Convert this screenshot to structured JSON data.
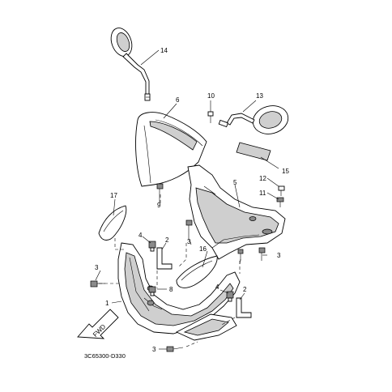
{
  "callouts": {
    "c1": "1",
    "c2a": "2",
    "c2b": "2",
    "c3a": "3",
    "c3b": "3",
    "c3c": "3",
    "c4a": "4",
    "c4b": "4",
    "c5": "5",
    "c6": "6",
    "c8": "8",
    "c9": "9",
    "c10": "10",
    "c11": "11",
    "c12": "12",
    "c13": "13",
    "c14": "14",
    "c15": "15",
    "c16": "16",
    "c17": "17"
  },
  "fwd_label": "FWD",
  "diagram_code": "3C65300-D330"
}
